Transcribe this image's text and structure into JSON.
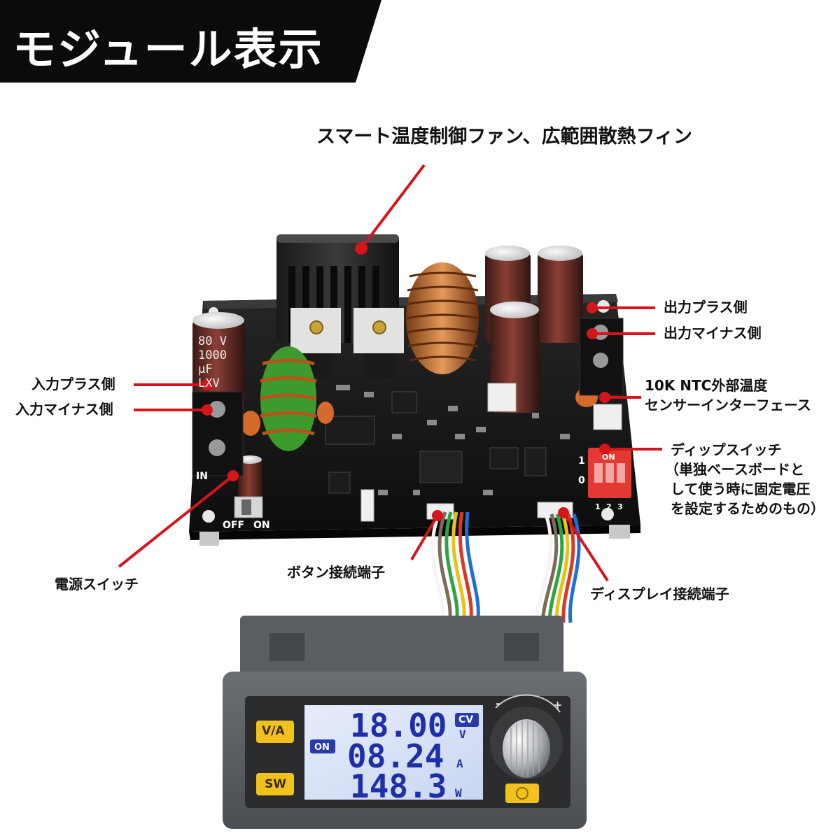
{
  "banner": {
    "title": "モジュール表示"
  },
  "callouts": {
    "fan": "スマート温度制御ファン、広範囲散熱フィン",
    "output_plus": "出力プラス側",
    "output_minus": "出力マイナス側",
    "input_plus": "入力プラス側",
    "input_minus": "入力マイナス側",
    "ntc_line1": "10K NTC外部温度",
    "ntc_line2": "センサーインターフェース",
    "dip_line1": "ディップスイッチ",
    "dip_line2": "（単独ベースボードと",
    "dip_line3": "して使う時に固定電圧",
    "dip_line4": "を設定するためのもの）",
    "power_switch": "電源スイッチ",
    "button_connector": "ボタン接続端子",
    "display_connector": "ディスプレイ接続端子"
  },
  "board": {
    "capacitor_text": "80 V 1000 μF LXV",
    "switch_off": "OFF",
    "switch_on": "ON",
    "in_label": "IN",
    "dip_on": "ON",
    "dip_numbers": [
      "1",
      "2",
      "3"
    ],
    "dip_levels": [
      "1",
      "0"
    ]
  },
  "display": {
    "btn_va": "V/A",
    "btn_sw": "SW",
    "on_badge": "ON",
    "cv_badge": "CV",
    "voltage": "18.00",
    "voltage_unit": "V",
    "current": "08.24",
    "current_unit": "A",
    "power": "148.3",
    "power_unit": "W",
    "knob_minus": "-",
    "knob_plus": "+"
  },
  "colors": {
    "accent_red": "#d5141b",
    "banner_black": "#0b0b0b",
    "pcb_black": "#161616",
    "lcd_bg": "#d9e3f7",
    "lcd_digits": "#1f2fa8",
    "button_yellow": "#f1c21b"
  }
}
